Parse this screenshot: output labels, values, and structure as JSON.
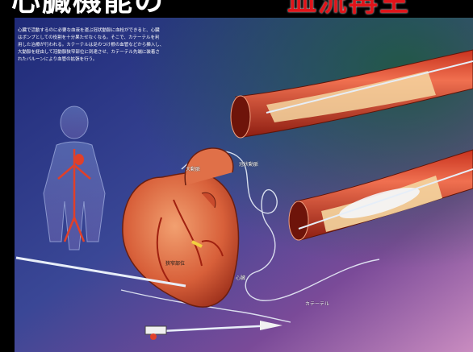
{
  "title": {
    "white_part": "心臓機能の",
    "red_part": "血流再生"
  },
  "intro_lines": [
    "心臓で活動するのに必要な血液を運ぶ冠状動脈に血栓ができると、心臓",
    "はポンプとしての役割を十分果たせなくなる。そこで、カテーテルを利",
    "用した治療が行われる。カテーテルは足のつけ根の血管などから挿入し、",
    "大動脈を経由して冠動脈狭窄部位に到達させ、カテーテル先端に装着さ",
    "れたバルーンにより血管の拡張を行う。"
  ],
  "labels": {
    "aorta": "大動脈",
    "coronary_artery": "冠状動脈",
    "heart": "心臓",
    "catheter": "カテーテル",
    "stenosis_site": "狭窄部位"
  }
}
